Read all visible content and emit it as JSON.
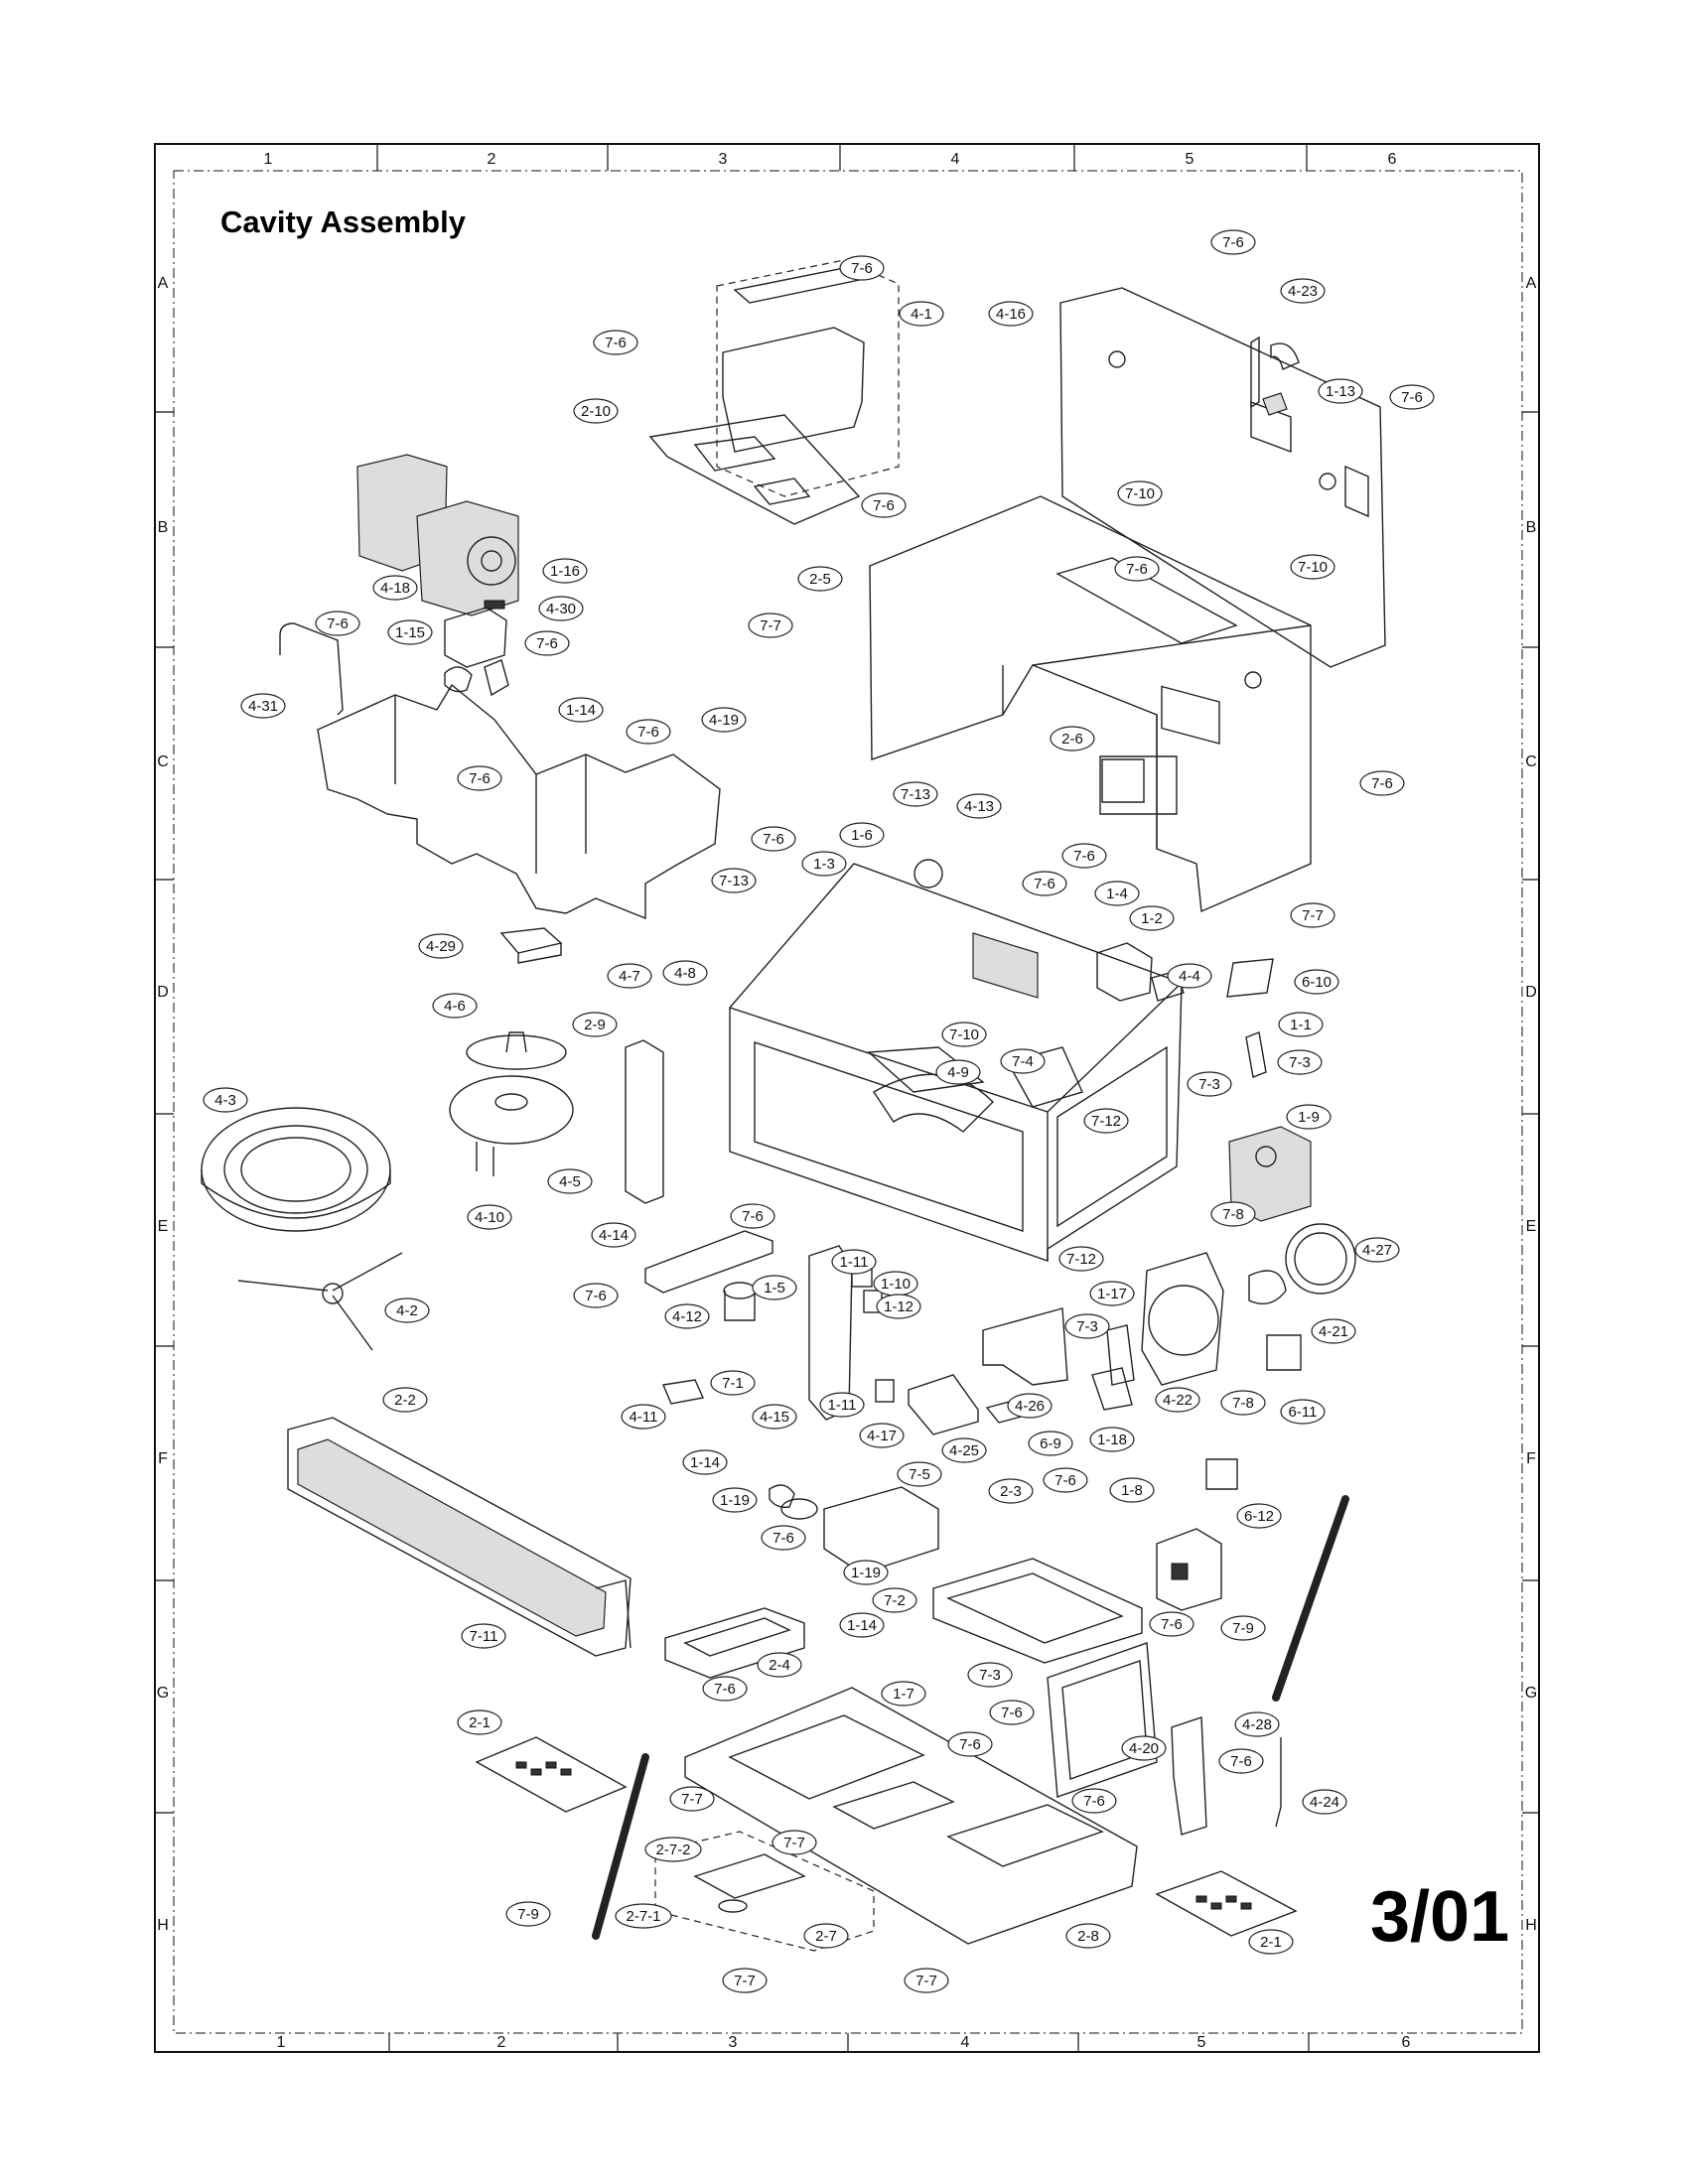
{
  "title": "Cavity Assembly",
  "page_number": "3/01",
  "grid": {
    "columns_top": [
      "1",
      "2",
      "3",
      "4",
      "5",
      "6"
    ],
    "columns_bottom": [
      "1",
      "2",
      "3",
      "4",
      "5",
      "6"
    ],
    "rows_left": [
      "A",
      "B",
      "C",
      "D",
      "E",
      "F",
      "G",
      "H"
    ],
    "rows_right": [
      "A",
      "B",
      "C",
      "D",
      "E",
      "F",
      "G",
      "H"
    ]
  },
  "callouts": [
    "7-6",
    "4-1",
    "7-6",
    "2-10",
    "7-6",
    "7-6",
    "4-16",
    "4-23",
    "1-13",
    "7-6",
    "1-16",
    "4-18",
    "4-30",
    "7-6",
    "1-15",
    "7-6",
    "4-31",
    "1-14",
    "7-10",
    "7-6",
    "2-5",
    "7-7",
    "7-10",
    "7-6",
    "4-19",
    "7-6",
    "2-6",
    "7-6",
    "7-13",
    "4-13",
    "1-6",
    "1-3",
    "7-6",
    "7-6",
    "7-6",
    "1-4",
    "1-2",
    "7-13",
    "4-29",
    "7-7",
    "4-8",
    "4-7",
    "4-6",
    "2-9",
    "4-4",
    "6-10",
    "1-1",
    "7-10",
    "4-9",
    "7-4",
    "7-3",
    "7-3",
    "4-3",
    "4-5",
    "7-12",
    "1-9",
    "4-10",
    "4-14",
    "7-6",
    "7-8",
    "4-27",
    "7-12",
    "1-11",
    "7-6",
    "1-10",
    "1-17",
    "4-2",
    "4-12",
    "1-5",
    "1-12",
    "7-3",
    "4-21",
    "7-1",
    "4-11",
    "4-15",
    "1-11",
    "4-26",
    "4-22",
    "7-8",
    "6-11",
    "2-2",
    "6-9",
    "1-18",
    "4-17",
    "1-14",
    "4-25",
    "7-5",
    "1-19",
    "2-3",
    "7-6",
    "1-8",
    "6-12",
    "7-6",
    "1-19",
    "7-11",
    "2-4",
    "1-14",
    "7-2",
    "7-6",
    "7-9",
    "7-6",
    "7-3",
    "1-7",
    "7-6",
    "4-28",
    "7-6",
    "2-1",
    "4-20",
    "7-6",
    "7-7",
    "7-6",
    "4-24",
    "2-7-2",
    "7-7",
    "7-9",
    "2-7-1",
    "2-7",
    "2-8",
    "2-1",
    "7-7",
    "7-7"
  ]
}
